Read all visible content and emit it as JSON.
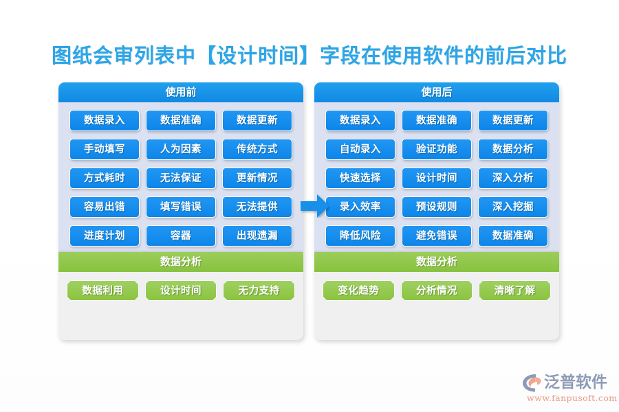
{
  "title": "图纸会审列表中【设计时间】字段在使用软件的前后对比",
  "theme": {
    "title_color": "#2ba6e8",
    "blue": "#1890e8",
    "green": "#8bc43f",
    "panel_inner": "#dbe1f0",
    "panel_bg": "#f0f0f0",
    "arrow_color": "#1890e8"
  },
  "arrow": {
    "icon": "arrow-right-icon"
  },
  "panels": {
    "before": {
      "header": "使用前",
      "items": [
        "数据录入",
        "数据准确",
        "数据更新",
        "手动填写",
        "人为因素",
        "传统方式",
        "方式耗时",
        "无法保证",
        "更新情况",
        "容易出错",
        "填写错误",
        "无法提供",
        "进度计划",
        "容器",
        "出现遗漏"
      ],
      "footer_header": "数据分析",
      "footer_items": [
        "数据利用",
        "设计时间",
        "无力支持"
      ]
    },
    "after": {
      "header": "使用后",
      "items": [
        "数据录入",
        "数据准确",
        "数据更新",
        "自动录入",
        "验证功能",
        "数据分析",
        "快速选择",
        "设计时间",
        "深入分析",
        "录入效率",
        "预设规则",
        "深入挖掘",
        "降低风险",
        "避免错误",
        "数据准确"
      ],
      "footer_header": "数据分析",
      "footer_items": [
        "变化趋势",
        "分析情况",
        "清晰了解"
      ]
    }
  },
  "logo": {
    "mark": "fanpu-logo-icon",
    "name": "泛普软件",
    "url": "www.fanpusoft.com"
  }
}
